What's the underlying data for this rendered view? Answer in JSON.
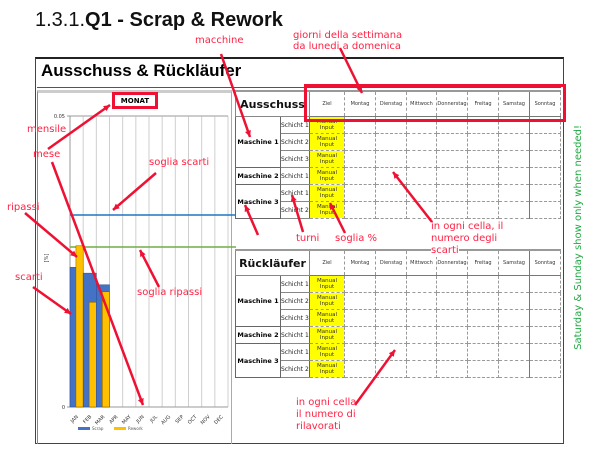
{
  "document": {
    "section_number": "1.3.1.",
    "title": "Q1 - Scrap & Rework",
    "frame_title": "Ausschuss & Rückläufer"
  },
  "chart_data": {
    "type": "bar",
    "title": "MONAT",
    "ylabel": "[%]",
    "xlabel": "",
    "ylim": [
      0,
      0.05
    ],
    "y_ticks": [
      "0",
      "0.05"
    ],
    "categories": [
      "JAN",
      "FEB",
      "MAR",
      "APR",
      "MAY",
      "JUN",
      "JUL",
      "AUG",
      "SEP",
      "OCT",
      "NOV",
      "DEC"
    ],
    "series": [
      {
        "name": "Scrap",
        "color": "#4472c4",
        "values": [
          0.024,
          0.023,
          0.021,
          null,
          null,
          null,
          null,
          null,
          null,
          null,
          null,
          null
        ]
      },
      {
        "name": "Rework",
        "color": "#ffc000",
        "values": [
          0.0277,
          0.018,
          0.0198,
          null,
          null,
          null,
          null,
          null,
          null,
          null,
          null,
          null
        ]
      }
    ],
    "thresholds": [
      {
        "name": "soglia scarti",
        "value": 0.033,
        "color": "#1f77c4"
      },
      {
        "name": "soglia ripassi",
        "value": 0.0275,
        "color": "#70ad47"
      }
    ],
    "grid": true,
    "legend": "bottom"
  },
  "tables": [
    {
      "title": "Ausschuss"
    },
    {
      "title": "Rückläufer"
    }
  ],
  "columns": [
    "Ziel",
    "Montag",
    "Dienstag",
    "Mittwoch",
    "Donnerstag",
    "Freitag",
    "Samstag",
    "Sonntag"
  ],
  "machines": [
    {
      "name": "Maschine 1",
      "shifts": [
        "Schicht 1",
        "Schicht 2",
        "Schicht 3"
      ]
    },
    {
      "name": "Maschine 2",
      "shifts": [
        "Schicht 1"
      ]
    },
    {
      "name": "Maschine 3",
      "shifts": [
        "Schicht 1",
        "Schicht 2"
      ]
    }
  ],
  "ziel_placeholder": "Manual Input",
  "annotations": {
    "macchine": "macchine",
    "giorni_1": "giorni della settimana",
    "giorni_2": "da lunedi a domenica",
    "mensile": "mensile",
    "mese": "mese",
    "soglia_scarti": "soglia scarti",
    "ripassi": "ripassi",
    "scarti": "scarti",
    "soglia_ripassi": "soglia ripassi",
    "turni": "turni",
    "soglia_pct": "soglia %",
    "cell_scarti_1": "in ogni cella, il",
    "cell_scarti_2": "numero degli",
    "cell_scarti_3": "scarti",
    "cell_rilav_1": "in ogni cella",
    "cell_rilav_2": "il numero di",
    "cell_rilav_3": "rilavorati",
    "weekend_note": "Saturday & Sunday  show only when needed!"
  }
}
